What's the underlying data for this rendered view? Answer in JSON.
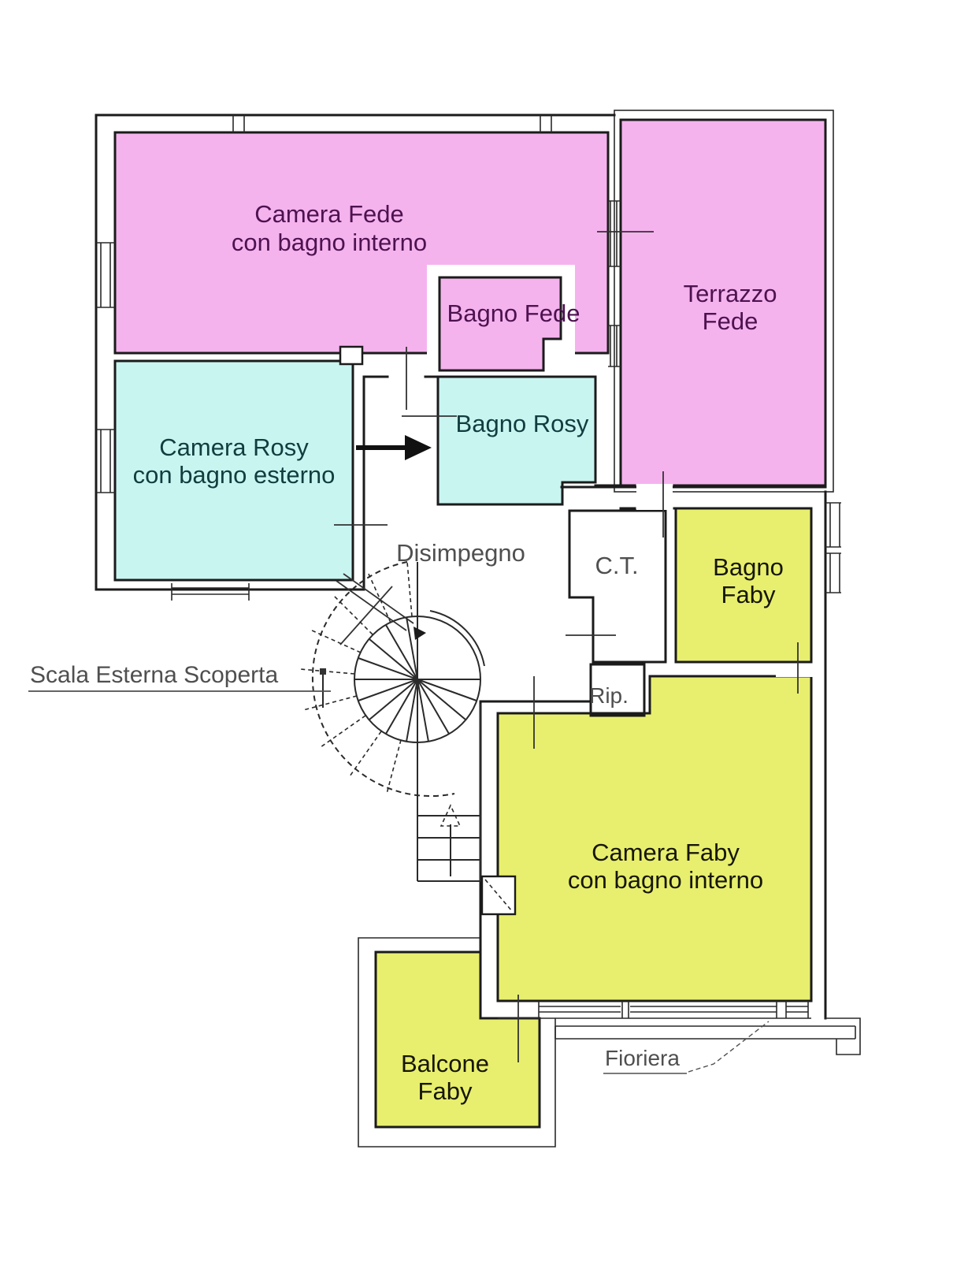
{
  "document": {
    "kind": "floor-plan",
    "language": "it"
  },
  "colors": {
    "room_pink": "#f5b3ee",
    "room_cyan": "#c9f5f1",
    "room_yellow": "#e8ef6e",
    "wall": "#1b1b1b",
    "text_pink_rooms": "#4d1250",
    "text_cyan_rooms": "#123d3f",
    "text_yellow_rooms": "#161608",
    "text_gray": "#4f4f4f"
  },
  "rooms": {
    "camera_fede": {
      "line1": "Camera Fede",
      "line2": "con bagno interno"
    },
    "bagno_fede": {
      "label": "Bagno Fede"
    },
    "terrazzo_fede": {
      "line1": "Terrazzo",
      "line2": "Fede"
    },
    "camera_rosy": {
      "line1": "Camera Rosy",
      "line2": "con bagno esterno"
    },
    "bagno_rosy": {
      "label": "Bagno Rosy"
    },
    "disimpegno": {
      "label": "Disimpegno"
    },
    "ct": {
      "label": "C.T."
    },
    "rip": {
      "label": "Rip."
    },
    "bagno_faby": {
      "line1": "Bagno",
      "line2": "Faby"
    },
    "camera_faby": {
      "line1": "Camera Faby",
      "line2": "con bagno interno"
    },
    "balcone_faby": {
      "line1": "Balcone",
      "line2": "Faby"
    }
  },
  "annotations": {
    "scala_esterna": "Scala Esterna Scoperta",
    "fioriera": "Fioriera"
  }
}
